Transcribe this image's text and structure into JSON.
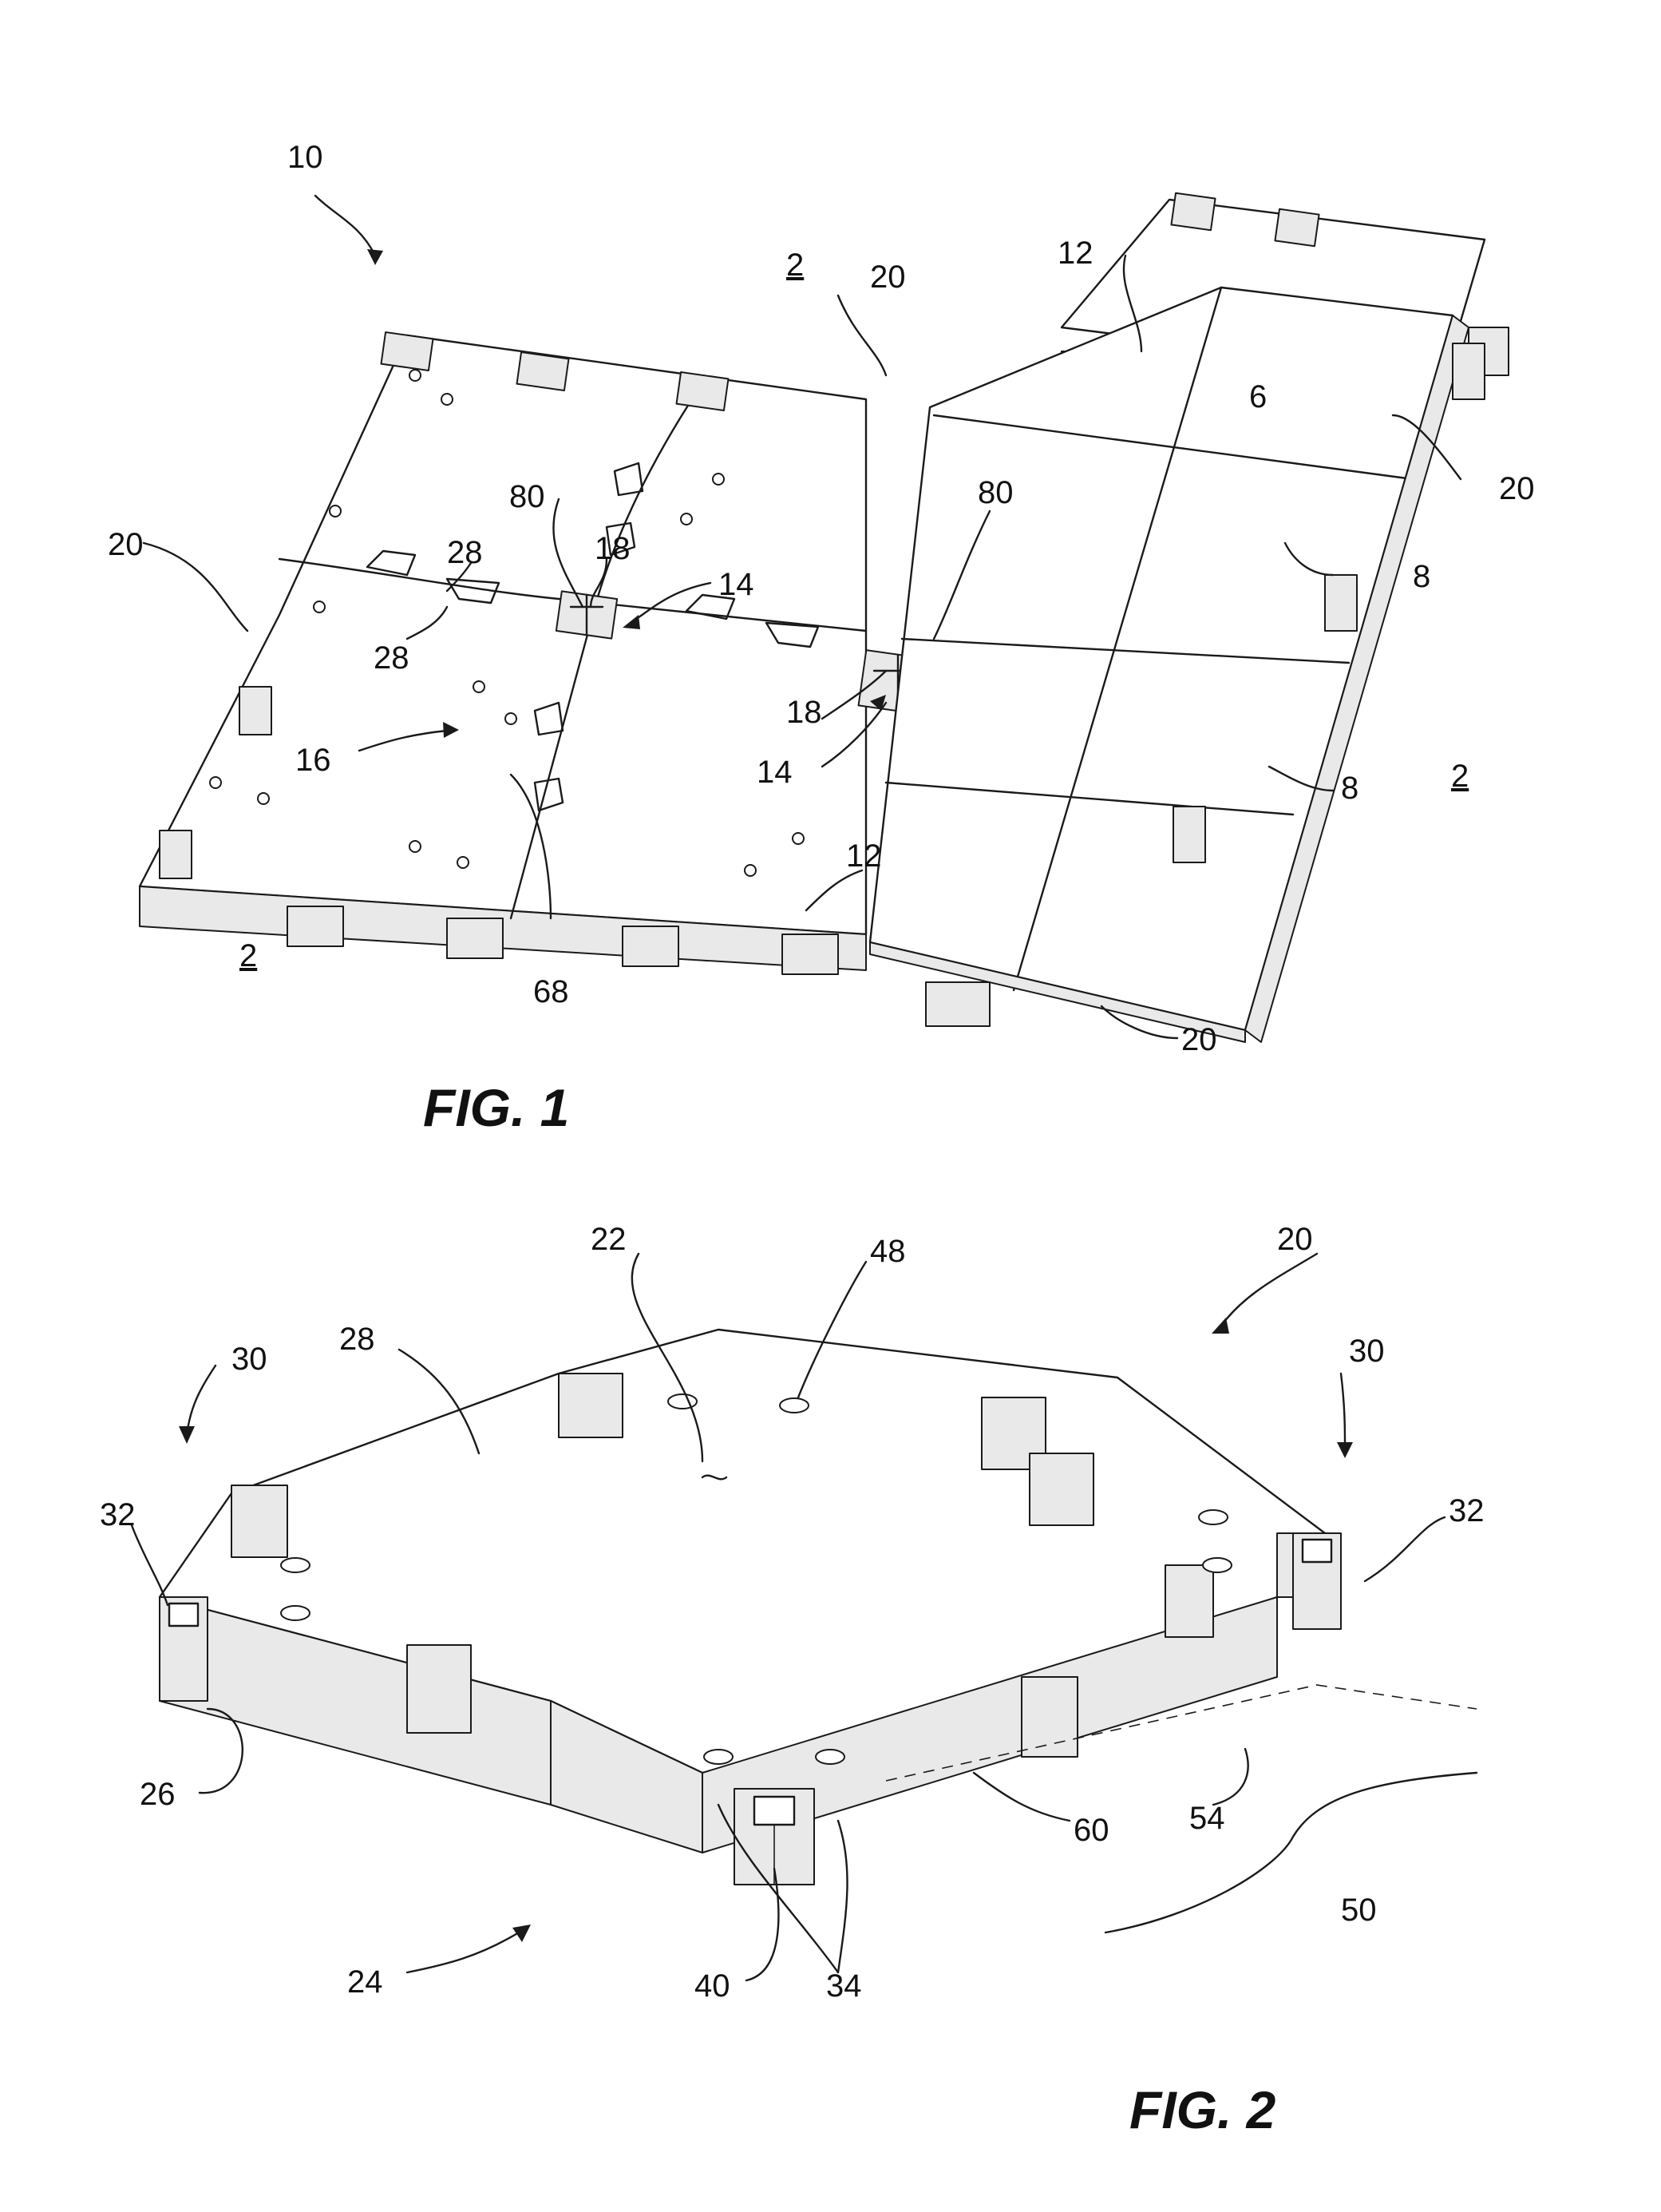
{
  "figures": [
    {
      "id": "fig1",
      "label": "FIG. 1",
      "refs": [
        "10",
        "2",
        "20",
        "12",
        "6",
        "20",
        "80",
        "28",
        "18",
        "14",
        "28",
        "80",
        "20",
        "8",
        "18",
        "14",
        "16",
        "8",
        "2",
        "12",
        "2",
        "68",
        "20"
      ]
    },
    {
      "id": "fig2",
      "label": "FIG. 2",
      "refs": [
        "22",
        "48",
        "20",
        "28",
        "30",
        "30",
        "32",
        "32",
        "26",
        "60",
        "54",
        "50",
        "24",
        "40",
        "34"
      ]
    }
  ]
}
